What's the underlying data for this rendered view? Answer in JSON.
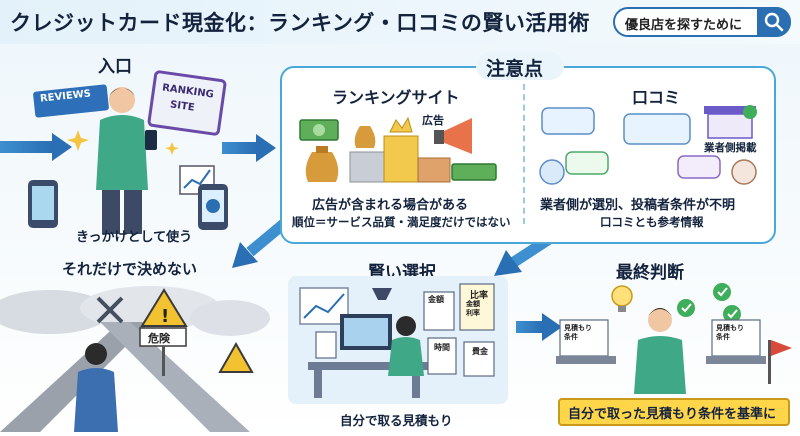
{
  "header": {
    "title": "クレジットカード現金化：ランキング・口コミの賢い活用術",
    "search_placeholder": "優良店を探すために"
  },
  "sections": {
    "entrance": {
      "title": "入口",
      "sign_reviews": "REVIEWS",
      "sign_ranking_1": "RANKING",
      "sign_ranking_2": "SITE",
      "caption": "きっかけとして使う"
    },
    "notice": {
      "title": "注意点",
      "ranking": {
        "title": "ランキングサイト",
        "ad_label": "広告",
        "caption": "広告が含まれる場合がある",
        "note": "順位＝サービス品質・満足度だけではない"
      },
      "reviews": {
        "title": "口コミ",
        "business_label": "業者側掲載",
        "caption": "業者側が選別、投稿者条件が不明",
        "note": "口コミとも参考情報"
      }
    },
    "danger": {
      "title": "それだけで決めない",
      "sign": "危険"
    },
    "smart": {
      "title": "賢い選択",
      "doc_amount": "金額",
      "doc_ratio": "比率",
      "doc_amount_ratio": "金額\n利率",
      "doc_time": "時間",
      "doc_fee": "費金",
      "caption": "自分で取る見積もり"
    },
    "final": {
      "title": "最終判断",
      "quote_left": "見積もり\n条件",
      "quote_right": "見積もり\n条件",
      "banner": "自分で取った見積もり条件を基準に"
    }
  },
  "colors": {
    "accent_blue": "#2b6fb3",
    "arrow_blue": "#3d8fd0",
    "banner_yellow": "#ffd54a",
    "title_dark": "#13233d"
  }
}
